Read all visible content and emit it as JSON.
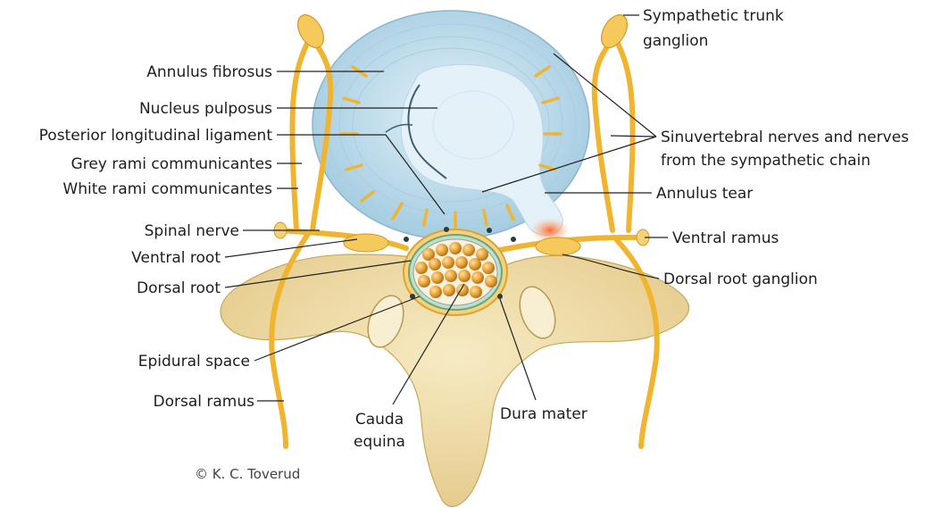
{
  "labels": {
    "annulus_fibrosus": "Annulus fibrosus",
    "nucleus_pulposus": "Nucleus pulposus",
    "posterior_longitudinal_ligament": "Posterior longitudinal ligament",
    "grey_rami": "Grey rami communicantes",
    "white_rami": "White rami communicantes",
    "spinal_nerve": "Spinal nerve",
    "ventral_root": "Ventral root",
    "dorsal_root": "Dorsal root",
    "epidural_space": "Epidural space",
    "dorsal_ramus": "Dorsal ramus",
    "cauda_equina_line1": "Cauda",
    "cauda_equina_line2": "equina",
    "dura_mater": "Dura mater",
    "sympathetic_line1": "Sympathetic trunk",
    "sympathetic_line2": "ganglion",
    "sinuvertebral_line1": "Sinuvertebral nerves and nerves",
    "sinuvertebral_line2": "from the sympathetic chain",
    "annulus_tear": "Annulus tear",
    "ventral_ramus": "Ventral ramus",
    "dorsal_root_ganglion": "Dorsal root ganglion"
  },
  "copyright": "© K. C. Toverud",
  "colors": {
    "disc": "#c2deec",
    "nucleus": "#dcedf6",
    "nerve": "#f0b42e",
    "bone": "#f2dfab",
    "tear": "#ee5a2b"
  }
}
